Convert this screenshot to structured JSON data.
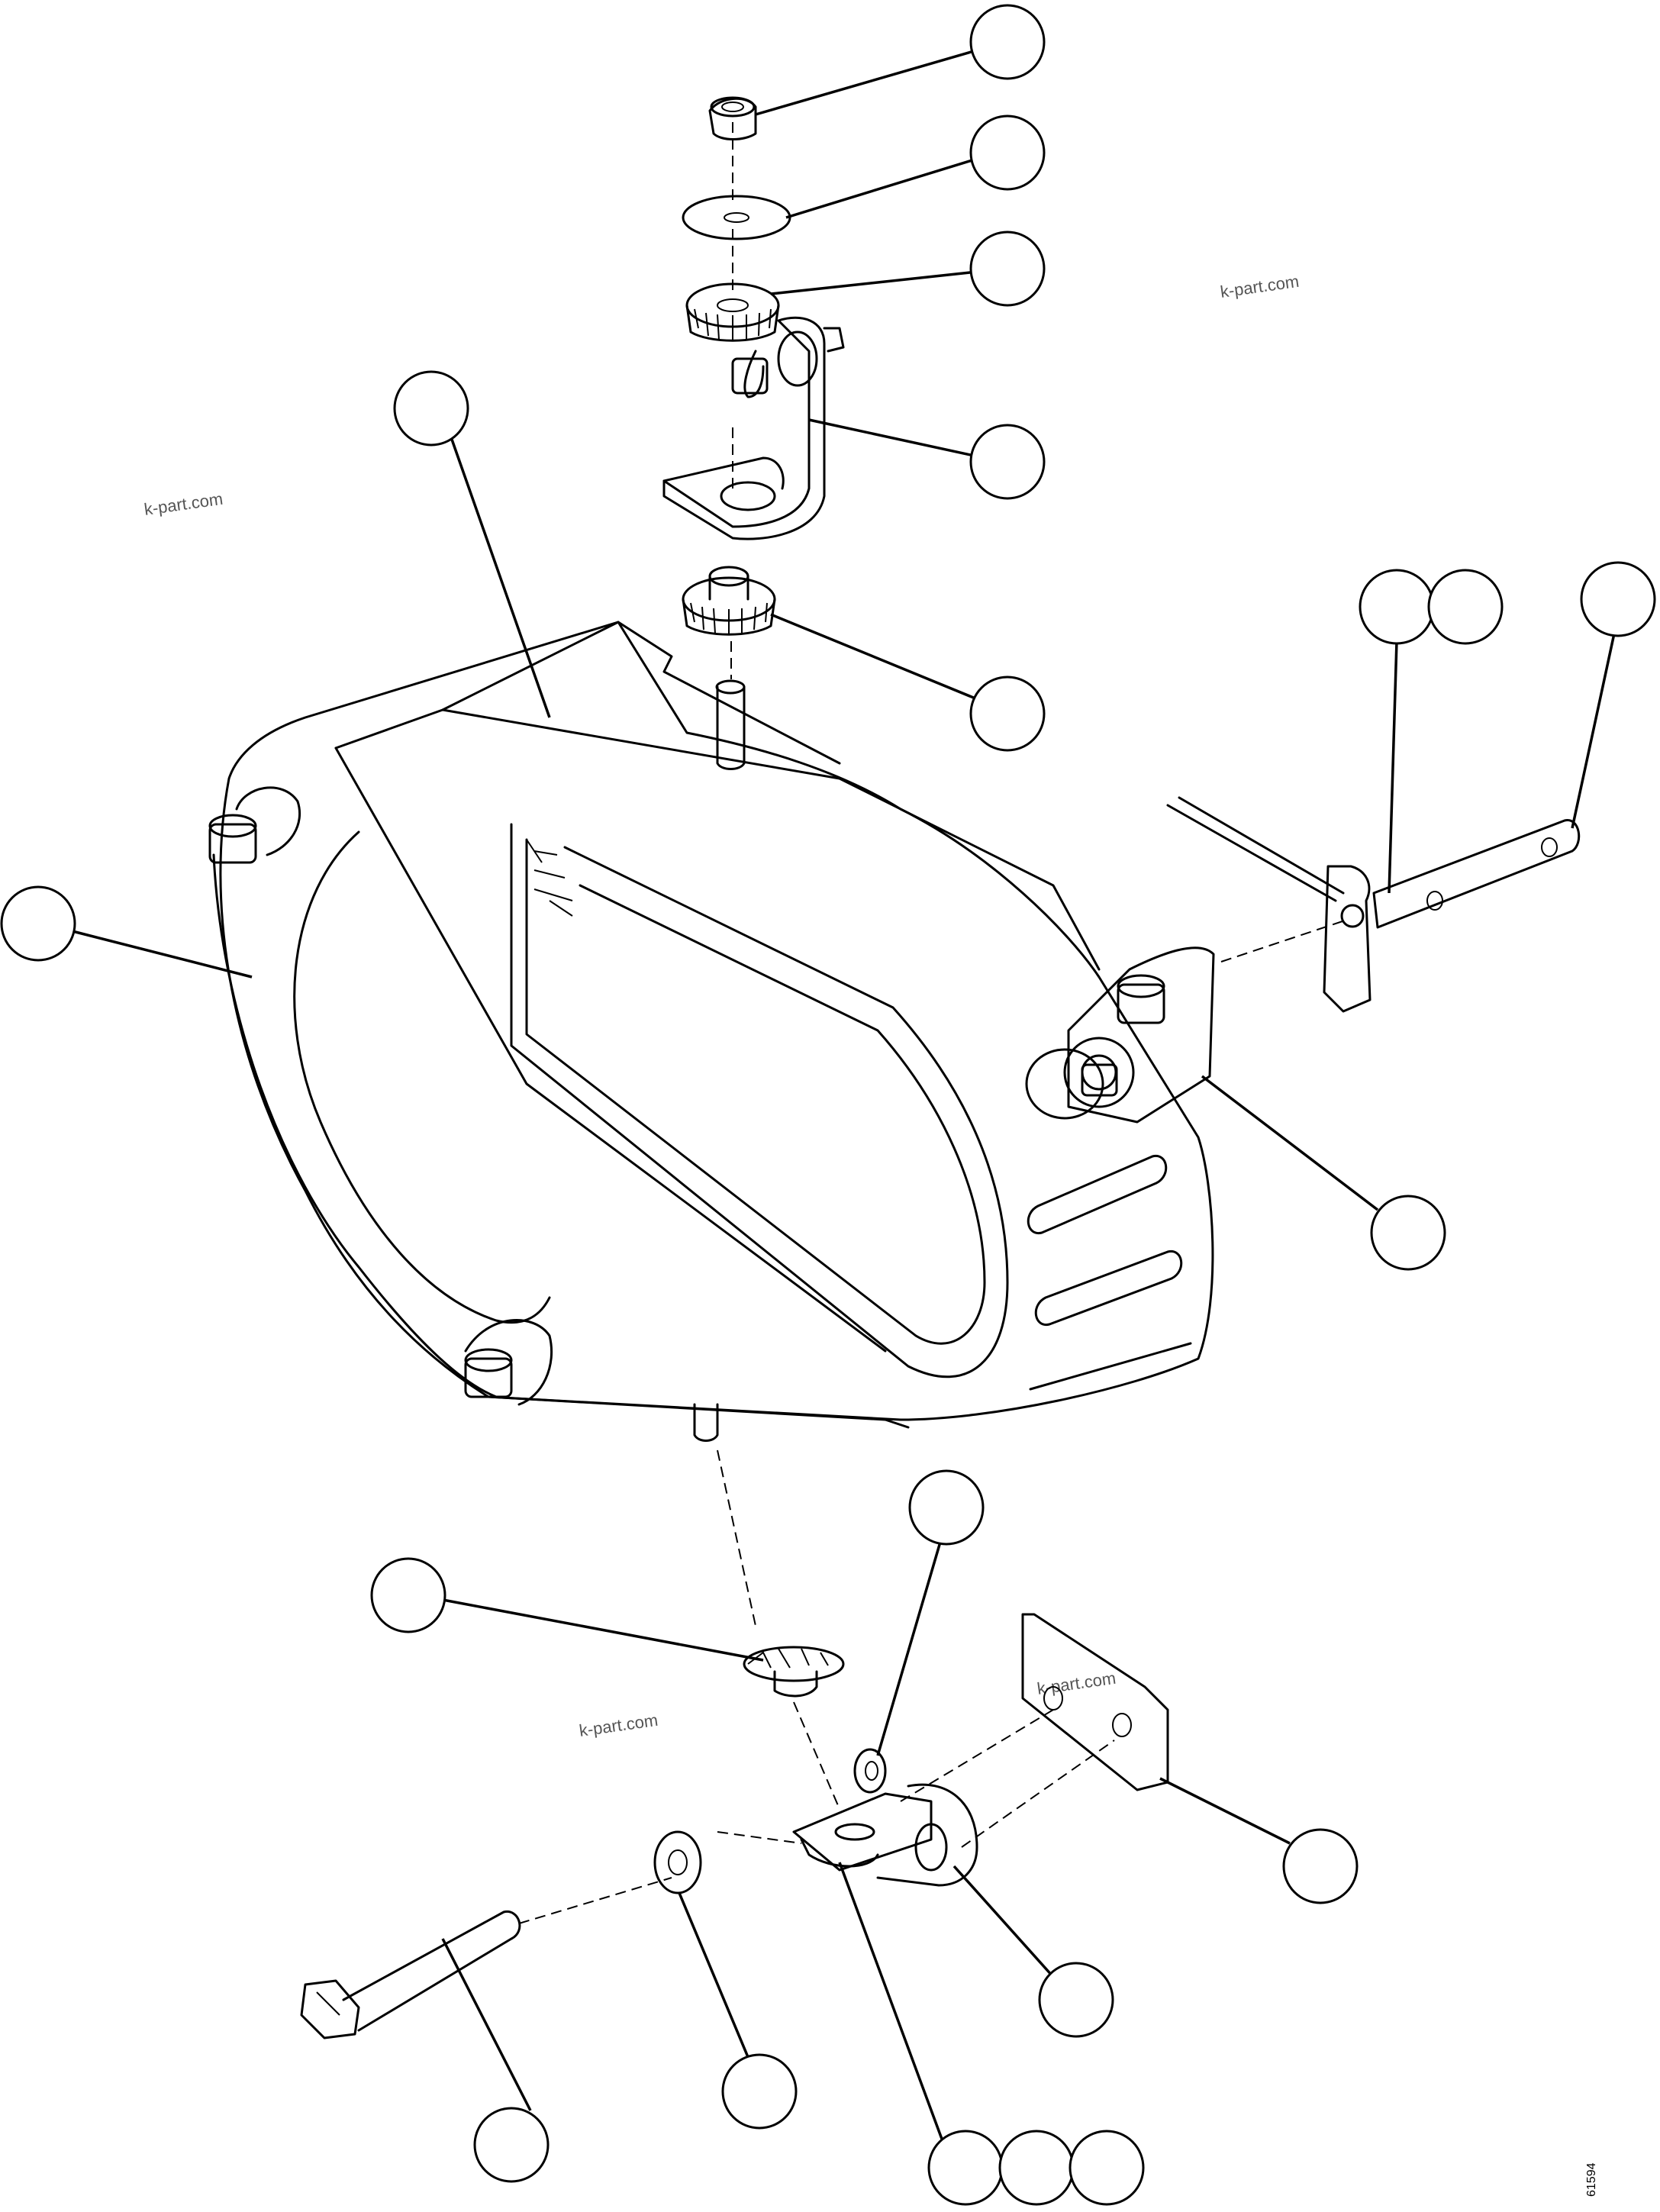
{
  "watermarks": [
    "k-part.com",
    "k-part.com",
    "k-part.com",
    "k-part.com"
  ],
  "figure_code": "61594",
  "callouts": [
    {
      "id": "c1",
      "label": ""
    },
    {
      "id": "c2",
      "label": ""
    },
    {
      "id": "c3",
      "label": ""
    },
    {
      "id": "c4",
      "label": ""
    },
    {
      "id": "c5",
      "label": ""
    },
    {
      "id": "c6",
      "label": ""
    },
    {
      "id": "c7",
      "label": ""
    },
    {
      "id": "c8",
      "label": ""
    },
    {
      "id": "c9",
      "label": ""
    },
    {
      "id": "c10",
      "label": ""
    },
    {
      "id": "c11",
      "label": ""
    },
    {
      "id": "c12",
      "label": ""
    },
    {
      "id": "c13",
      "label": ""
    },
    {
      "id": "c14",
      "label": ""
    },
    {
      "id": "c15",
      "label": ""
    },
    {
      "id": "c16",
      "label": ""
    },
    {
      "id": "c17",
      "label": ""
    },
    {
      "id": "c18",
      "label": ""
    },
    {
      "id": "c19",
      "label": ""
    },
    {
      "id": "c20",
      "label": ""
    }
  ]
}
